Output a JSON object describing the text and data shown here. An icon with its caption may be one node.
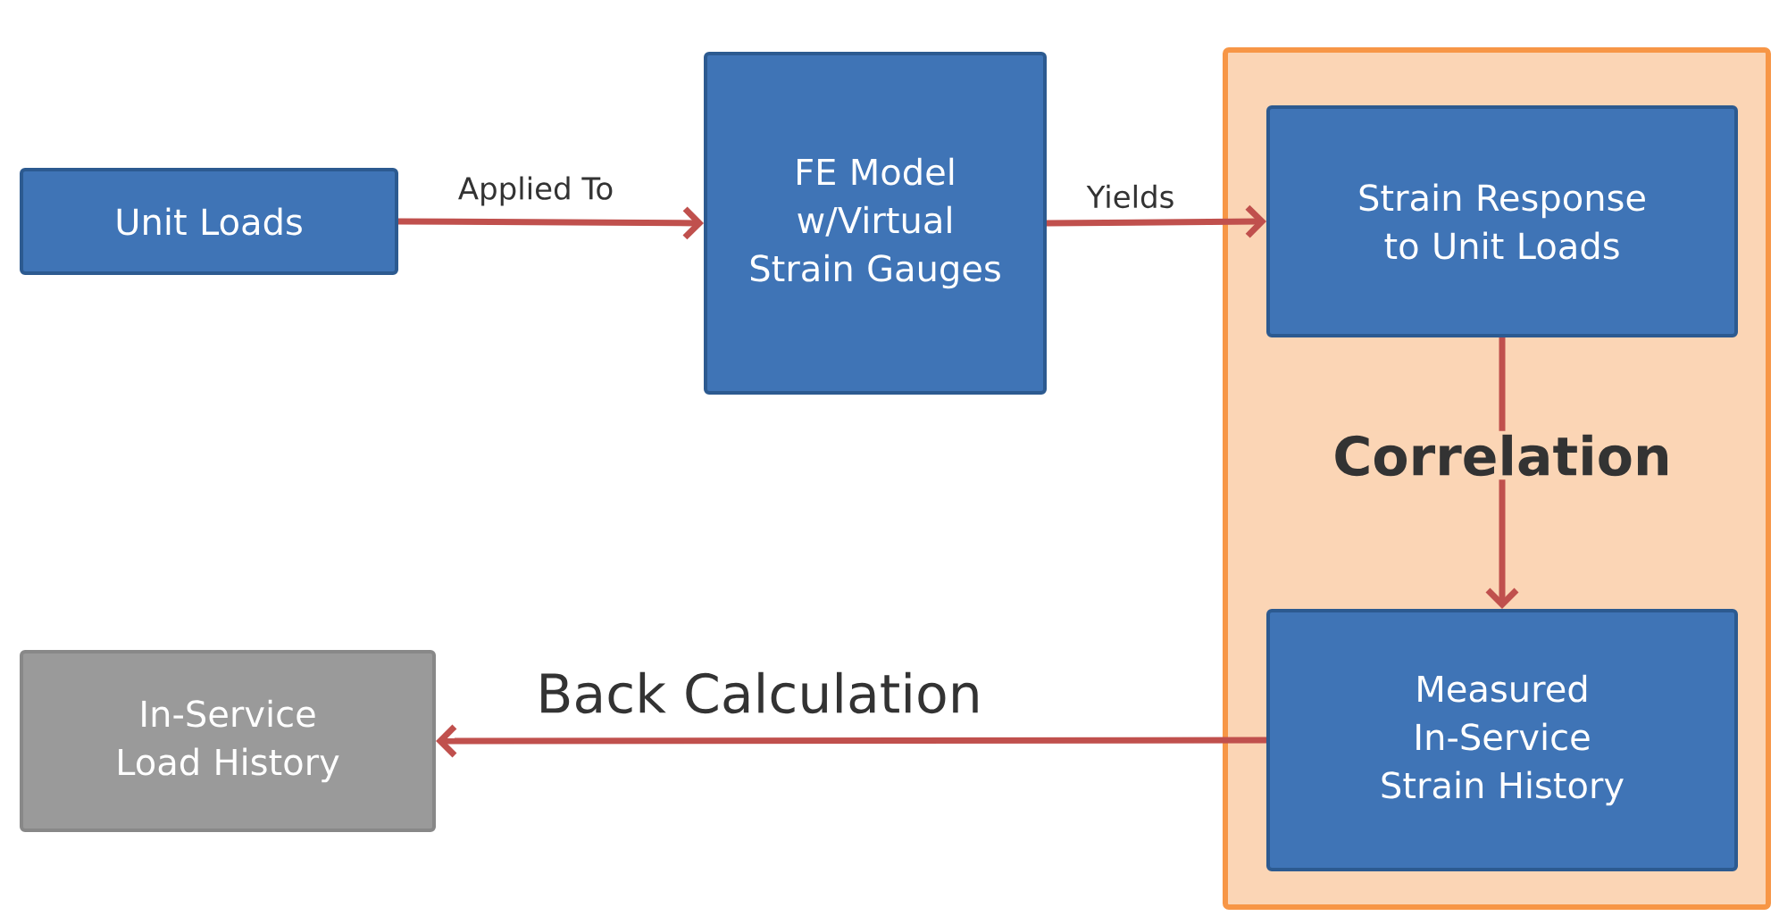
{
  "diagram": {
    "nodes": [
      {
        "text": [
          "Unit Loads"
        ]
      },
      {
        "text": [
          "FE Model w/Virtual Strain Gauges"
        ]
      },
      {
        "text": [],
        "shape": "box"
      },
      {
        "text": [
          "Strain Response to Unit Loads"
        ],
        "in": 2
      },
      {
        "text": [
          "Measured In-Service Strain History"
        ],
        "in": 2
      },
      {
        "text": [
          "In-Service Load History"
        ]
      }
    ],
    "edges": [
      {
        "from": 0,
        "to": 1,
        "arrow": "to",
        "label": "Applied To"
      },
      {
        "from": 1,
        "to": 3,
        "arrow": "to",
        "label": "Yields"
      },
      {
        "from": 3,
        "to": 4,
        "arrow": "to",
        "label": "Correlation"
      },
      {
        "from": 4,
        "to": 5,
        "arrow": "to",
        "label": "Back Calculation"
      }
    ]
  }
}
